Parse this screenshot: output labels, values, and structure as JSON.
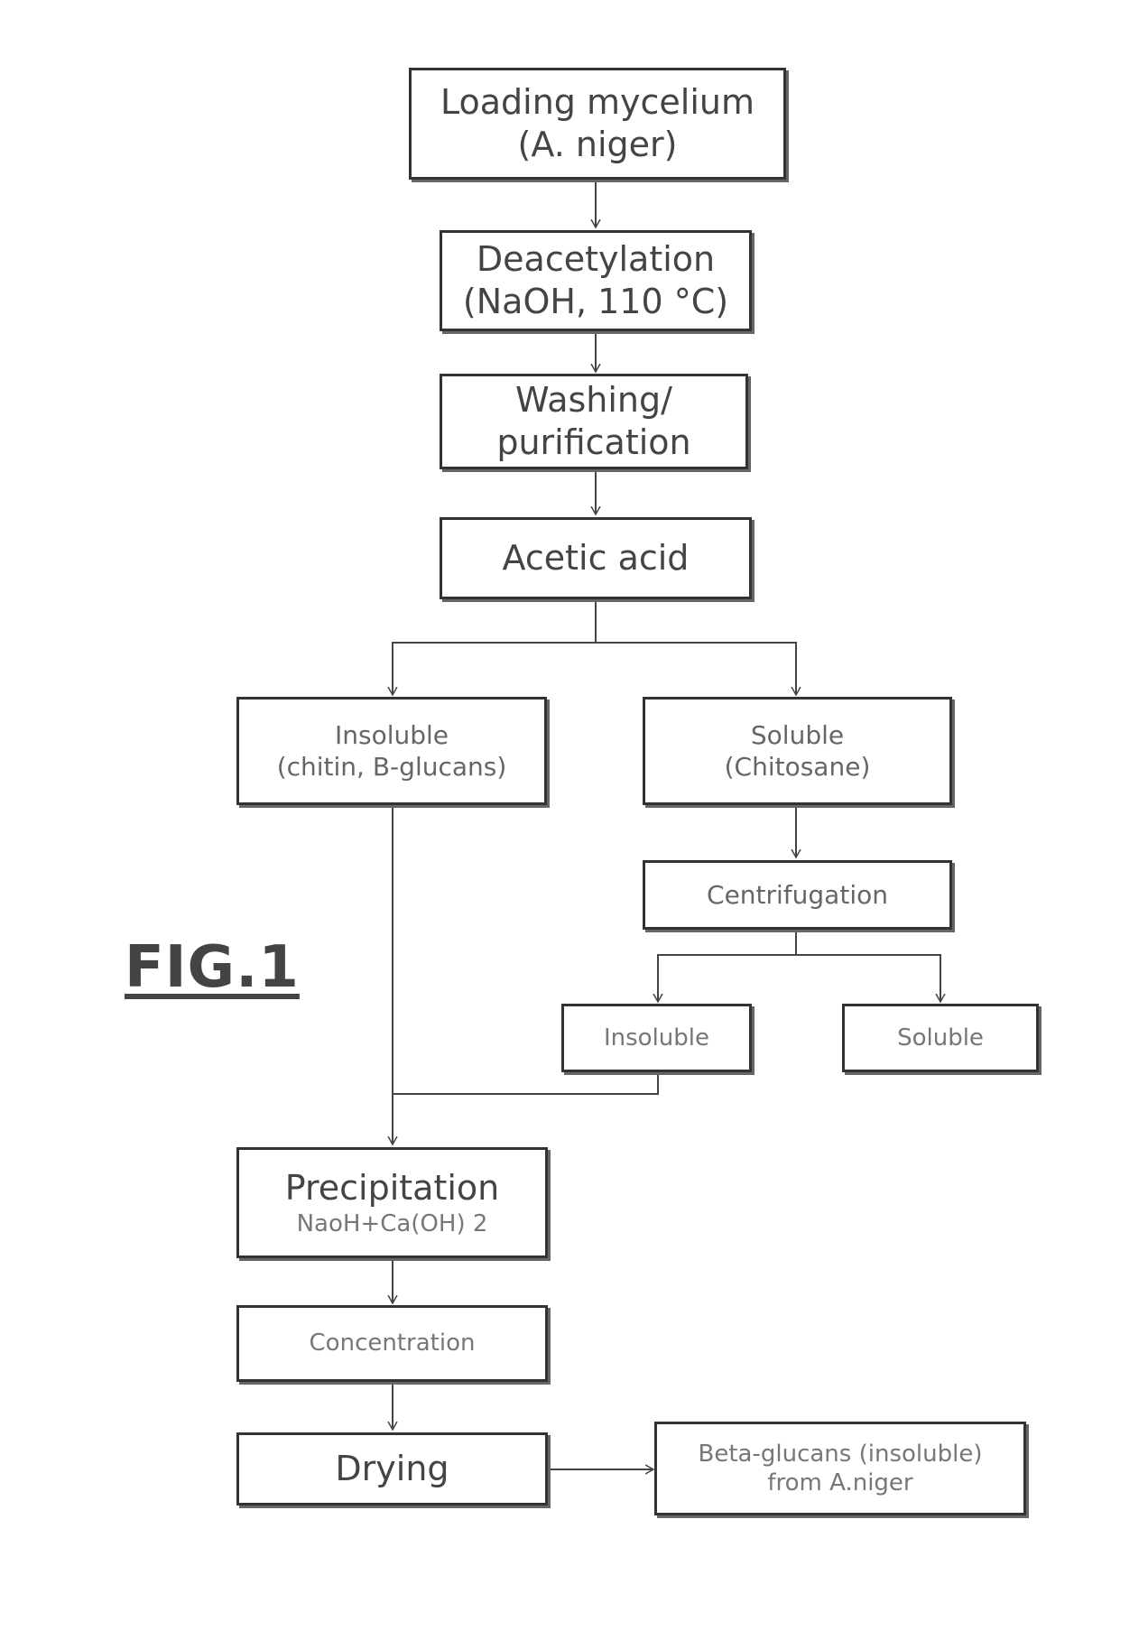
{
  "figure_label": "FIG.1",
  "steps": {
    "loading": {
      "line1": "Loading mycelium",
      "line2": "(A. niger)"
    },
    "deacetylation": {
      "line1": "Deacetylation",
      "line2": "(NaOH, 110 °C)"
    },
    "washing": {
      "line1": "Washing/",
      "line2": "purification"
    },
    "acetic_acid": {
      "line1": "Acetic acid"
    },
    "insoluble_main": {
      "line1": "Insoluble",
      "line2": "(chitin, B-glucans)"
    },
    "soluble_main": {
      "line1": "Soluble",
      "line2": "(Chitosane)"
    },
    "centrifugation": {
      "line1": "Centrifugation"
    },
    "insoluble_sub": {
      "line1": "Insoluble"
    },
    "soluble_sub": {
      "line1": "Soluble"
    },
    "precipitation": {
      "line1": "Precipitation",
      "line2": "NaoH+Ca(OH) 2"
    },
    "concentration": {
      "line1": "Concentration"
    },
    "drying": {
      "line1": "Drying"
    },
    "beta_glucans": {
      "line1": "Beta-glucans (insoluble)",
      "line2": "from A.niger"
    }
  },
  "colors": {
    "line": "#444444",
    "border": "#333333",
    "shadow": "#666666"
  }
}
